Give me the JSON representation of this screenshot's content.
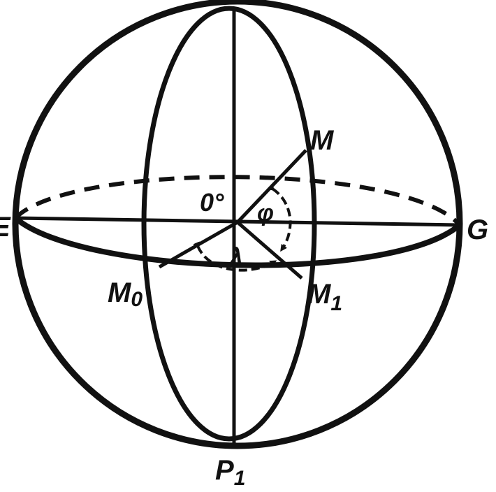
{
  "labels": {
    "E": "E",
    "G": "G",
    "M": "M",
    "M0_main": "M",
    "M0_sub": "0",
    "M1_main": "M",
    "M1_sub": "1",
    "P1_main": "P",
    "P1_sub": "1",
    "origin": "0°",
    "lambda": "λ",
    "phi": "φ"
  },
  "colors": {
    "ink": "#111111",
    "background": "#ffffff"
  }
}
